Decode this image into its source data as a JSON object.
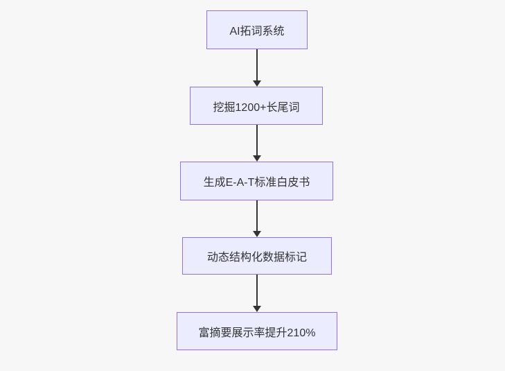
{
  "diagram": {
    "type": "flowchart",
    "direction": "top-down",
    "nodes": [
      {
        "id": "n0",
        "label": "AI拓词系统"
      },
      {
        "id": "n1",
        "label": "挖掘1200+长尾词"
      },
      {
        "id": "n2",
        "label": "生成E-A-T标准白皮书"
      },
      {
        "id": "n3",
        "label": "动态结构化数据标记"
      },
      {
        "id": "n4",
        "label": "富摘要展示率提升210%"
      }
    ],
    "edges": [
      {
        "from": "n0",
        "to": "n1",
        "style": "arrow-down"
      },
      {
        "from": "n1",
        "to": "n2",
        "style": "arrow-down"
      },
      {
        "from": "n2",
        "to": "n3",
        "style": "arrow-down"
      },
      {
        "from": "n3",
        "to": "n4",
        "style": "arrow-down"
      }
    ],
    "colors": {
      "node_fill": "#ECECFF",
      "node_border": "#9370DB",
      "node_text": "#333333",
      "arrow": "#333333",
      "background": "#F7F7F7"
    }
  }
}
